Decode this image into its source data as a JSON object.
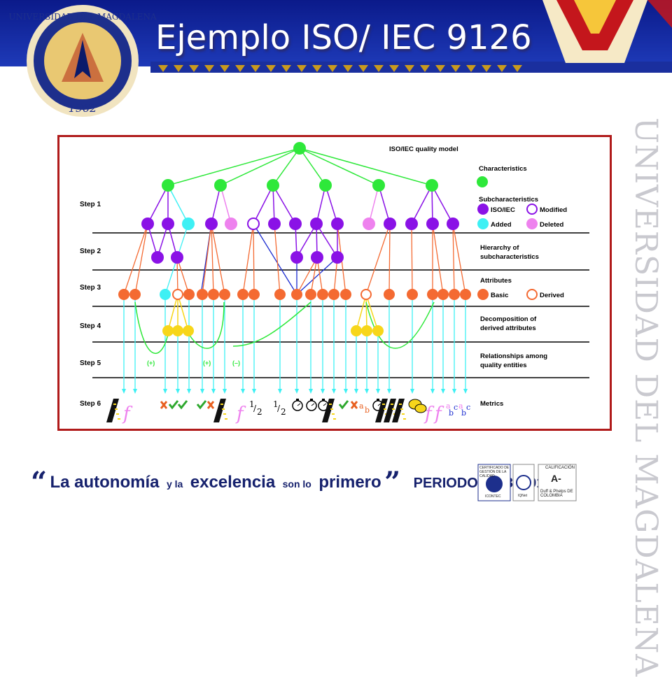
{
  "slide": {
    "title": "Ejemplo ISO/ IEC 9126",
    "side_text": "UNIVERSIDAD DEL MAGDALENA",
    "logo_text": "UNIVERSIDAD DEL MAGDALENA",
    "logo_year": "1962"
  },
  "diagram": {
    "model_title": "ISO/IEC quality model",
    "steps": [
      "Step 1",
      "Step 2",
      "Step 3",
      "Step 4",
      "Step 5",
      "Step 6"
    ],
    "legend": {
      "characteristics": "Characteristics",
      "subcharacteristics": "Subcharacteristics",
      "iso_iec": "ISO/IEC",
      "modified": "Modified",
      "added": "Added",
      "deleted": "Deleted",
      "hierarchy_1": "Hierarchy of",
      "hierarchy_2": "subcharacteristics",
      "attributes": "Attributes",
      "basic": "Basic",
      "derived": "Derived",
      "decomposition_1": "Decomposition of",
      "decomposition_2": "derived attributes",
      "relationships_1": "Relationships among",
      "relationships_2": "quality entities",
      "metrics": "Metrics"
    },
    "relation_labels": [
      "(+)",
      "(+)",
      "(–)"
    ],
    "colors": {
      "characteristic": "#2ee83a",
      "subcharacteristic": "#8a12e6",
      "added": "#3ef0f4",
      "deleted": "#ee82ee",
      "attribute": "#f46a32",
      "decomposed": "#f7d61a",
      "hierarchy_link": "#1a2bd0",
      "frame": "#b01a1a"
    }
  },
  "footer": {
    "open_quote": "“",
    "part1": "La autonomía",
    "conn1": "y la",
    "part2": "excelencia",
    "conn2": "son lo",
    "part3": "primero",
    "close_quote": "”",
    "period": "PERIODO 2008–2012"
  },
  "certification": {
    "cert_1": "CERTIFICADO DE GESTIÓN DE LA CALIDAD",
    "cert_2": "ICONTEC",
    "cert_3": "IQNet",
    "rating_title": "CALIFICACIÓN",
    "rating_value": "A-",
    "rating_agency": "Duff & Phelps DE COLOMBIA"
  }
}
